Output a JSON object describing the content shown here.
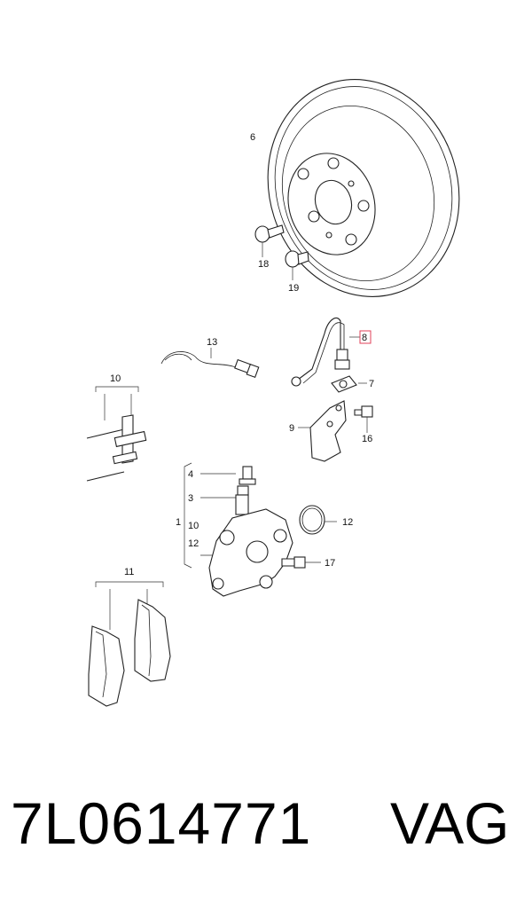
{
  "labels": {
    "l1": "1",
    "l3": "3",
    "l4": "4",
    "l6": "6",
    "l7": "7",
    "l8": "8",
    "l9": "9",
    "l10a": "10",
    "l10b": "10",
    "l11": "11",
    "l12a": "12",
    "l12b": "12",
    "l13": "13",
    "l16": "16",
    "l17": "17",
    "l18": "18",
    "l19": "19"
  },
  "colors": {
    "highlight": "#e0405a",
    "ink": "#222222"
  },
  "footer": {
    "part_number": "7L0614771",
    "brand": "VAG"
  }
}
